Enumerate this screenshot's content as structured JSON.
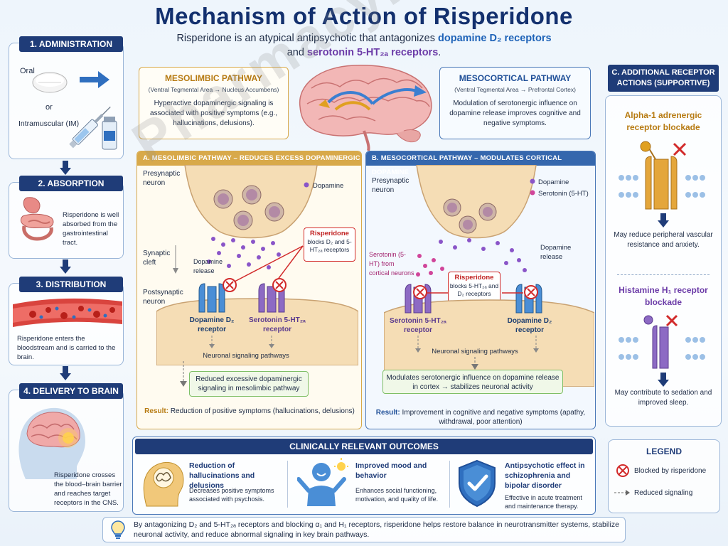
{
  "title": "Mechanism of Action of Risperidone",
  "subtitle": {
    "part1": "Risperidone is an atypical antipsychotic that antagonizes ",
    "da": "dopamine D₂ receptors",
    "part2": "and ",
    "ht": "serotonin 5-HT₂ₐ receptors",
    "part3": "."
  },
  "watermark": "PharmacyFreak",
  "steps": {
    "s1": {
      "head": "1. ADMINISTRATION",
      "oral": "Oral",
      "or": "or",
      "im": "Intramuscular (IM)"
    },
    "s2": {
      "head": "2. ABSORPTION",
      "text": "Risperidone is well absorbed from the gastrointestinal tract."
    },
    "s3": {
      "head": "3. DISTRIBUTION",
      "text": "Risperidone enters the bloodstream and is carried to the brain."
    },
    "s4": {
      "head": "4. DELIVERY TO BRAIN",
      "text": "Risperidone crosses the blood–brain barrier and reaches target receptors in the CNS."
    }
  },
  "mesolimbic": {
    "title": "MESOLIMBIC PATHWAY",
    "route": "(Ventral Tegmental Area → Nucleus Accumbens)",
    "text": "Hyperactive dopaminergic signaling is associated with positive symptoms (e.g., hallucinations, delusions)."
  },
  "mesocortical": {
    "title": "MESOCORTICAL PATHWAY",
    "route": "(Ventral Tegmental Area → Prefrontal Cortex)",
    "text": "Modulation of serotonergic influence on dopamine release improves cognitive and negative symptoms."
  },
  "panelA": {
    "head": "A. MESOLIMBIC PATHWAY – REDUCES EXCESS DOPAMINERGIC SIGNALING",
    "presyn": "Presynaptic neuron",
    "dopamine": "Dopamine",
    "synaptic": "Synaptic cleft",
    "release": "Dopamine release",
    "blocks_title": "Risperidone",
    "blocks_text": "blocks D₂ and 5-HT₂ₐ receptors",
    "postsyn": "Postsynaptic neuron",
    "rec1": "Dopamine D₂ receptor",
    "rec2": "Serotonin 5-HT₂ₐ receptor",
    "signaling": "Neuronal signaling pathways",
    "outcome": "Reduced excessive dopaminergic signaling in mesolimbic pathway",
    "result_label": "Result:",
    "result_text": "Reduction of positive symptoms (hallucinations, delusions)"
  },
  "panelB": {
    "head": "B. MESOCORTICAL PATHWAY – MODULATES CORTICAL DOPAMINE",
    "presyn": "Presynaptic neuron",
    "legend_da": "Dopamine",
    "legend_5ht": "Serotonin (5-HT)",
    "serotonin_from": "Serotonin (5-HT) from cortical neurons",
    "release": "Dopamine release",
    "blocks_title": "Risperidone",
    "blocks_text": "blocks 5-HT₂ₐ and D₂ receptors",
    "rec1": "Serotonin 5-HT₂ₐ receptor",
    "rec2": "Dopamine D₂ receptor",
    "signaling": "Neuronal signaling pathways",
    "outcome": "Modulates serotonergic influence on dopamine release in cortex → stabilizes neuronal activity",
    "result_label": "Result:",
    "result_text": "Improvement in cognitive and negative symptoms (apathy, withdrawal, poor attention)"
  },
  "additional": {
    "head": "C. ADDITIONAL RECEPTOR ACTIONS (SUPPORTIVE)",
    "alpha_title": "Alpha-1 adrenergic receptor blockade",
    "alpha_text": "May reduce peripheral vascular resistance and anxiety.",
    "hist_title": "Histamine H₁ receptor blockade",
    "hist_text": "May contribute to sedation and improved sleep."
  },
  "outcomes": {
    "head": "CLINICALLY RELEVANT OUTCOMES",
    "o1_title": "Reduction of hallucinations and delusions",
    "o1_text": "Decreases positive symptoms associated with psychosis.",
    "o2_title": "Improved mood and behavior",
    "o2_text": "Enhances social functioning, motivation, and quality of life.",
    "o3_title": "Antipsychotic effect in schizophrenia and bipolar disorder",
    "o3_text": "Effective in acute treatment and maintenance therapy."
  },
  "legend": {
    "head": "LEGEND",
    "blocked": "Blocked by risperidone",
    "reduced": "Reduced signaling"
  },
  "summary": "By antagonizing D₂ and 5-HT₂ₐ receptors and blocking α₁ and H₁ receptors, risperidone helps restore balance in neurotransmitter systems, stabilize neuronal activity, and reduce abnormal signaling in key brain pathways.",
  "colors": {
    "navy": "#1f3c78",
    "gold": "#d8a94a",
    "blue": "#2f6fbf",
    "dopamine": "#8a55c8",
    "serotonin": "#d0459a",
    "block": "#d22b2b"
  }
}
